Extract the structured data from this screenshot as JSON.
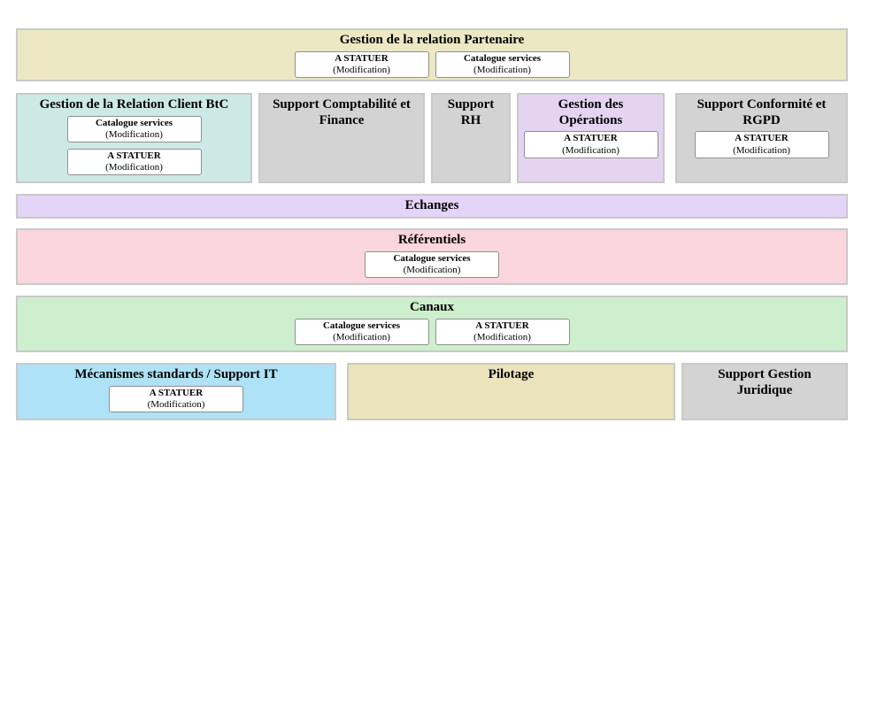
{
  "palette": {
    "block_border": "#c9c9c9",
    "box_border": "#8f8f8f",
    "box_bg": "#ffffff",
    "text": "#000000",
    "khaki": "#ece8c3",
    "teal": "#cde9e5",
    "gray": "#d3d3d3",
    "lilac": "#e5d4f1",
    "lavender": "#e4d4f8",
    "pink": "#fbd6de",
    "green": "#cdefcd",
    "blue": "#aee2f6",
    "tan": "#eae3bb"
  },
  "blocks": {
    "partenaire": {
      "title": "Gestion de la relation Partenaire",
      "bg": "#ece8c3",
      "boxes": [
        {
          "label": "A STATUER",
          "sublabel": "(Modification)"
        },
        {
          "label": "Catalogue services",
          "sublabel": "(Modification)"
        }
      ]
    },
    "client_btc": {
      "title": "Gestion de la Relation Client BtC",
      "bg": "#cde9e5",
      "boxes": [
        {
          "label": "Catalogue services",
          "sublabel": "(Modification)"
        },
        {
          "label": "A STATUER",
          "sublabel": "(Modification)"
        }
      ]
    },
    "compta": {
      "title": "Support Comptabilité et Finance",
      "bg": "#d3d3d3"
    },
    "rh": {
      "title": "Support RH",
      "bg": "#d3d3d3"
    },
    "operations": {
      "title": "Gestion des Opérations",
      "bg": "#e5d4f1",
      "boxes": [
        {
          "label": "A STATUER",
          "sublabel": "(Modification)"
        }
      ]
    },
    "conformite": {
      "title": "Support Conformité et RGPD",
      "bg": "#d3d3d3",
      "boxes": [
        {
          "label": "A STATUER",
          "sublabel": "(Modification)"
        }
      ]
    },
    "echanges": {
      "title": "Echanges",
      "bg": "#e4d4f8"
    },
    "referentiels": {
      "title": "Référentiels",
      "bg": "#fbd6de",
      "boxes": [
        {
          "label": "Catalogue services",
          "sublabel": "(Modification)"
        }
      ]
    },
    "canaux": {
      "title": "Canaux",
      "bg": "#cdefcd",
      "boxes": [
        {
          "label": "Catalogue services",
          "sublabel": "(Modification)"
        },
        {
          "label": "A STATUER",
          "sublabel": "(Modification)"
        }
      ]
    },
    "mecanismes": {
      "title": "Mécanismes standards / Support IT",
      "bg": "#aee2f6",
      "boxes": [
        {
          "label": "A STATUER",
          "sublabel": "(Modification)"
        }
      ]
    },
    "pilotage": {
      "title": "Pilotage",
      "bg": "#eae3bb"
    },
    "juridique": {
      "title": "Support Gestion Juridique",
      "bg": "#d3d3d3"
    }
  }
}
